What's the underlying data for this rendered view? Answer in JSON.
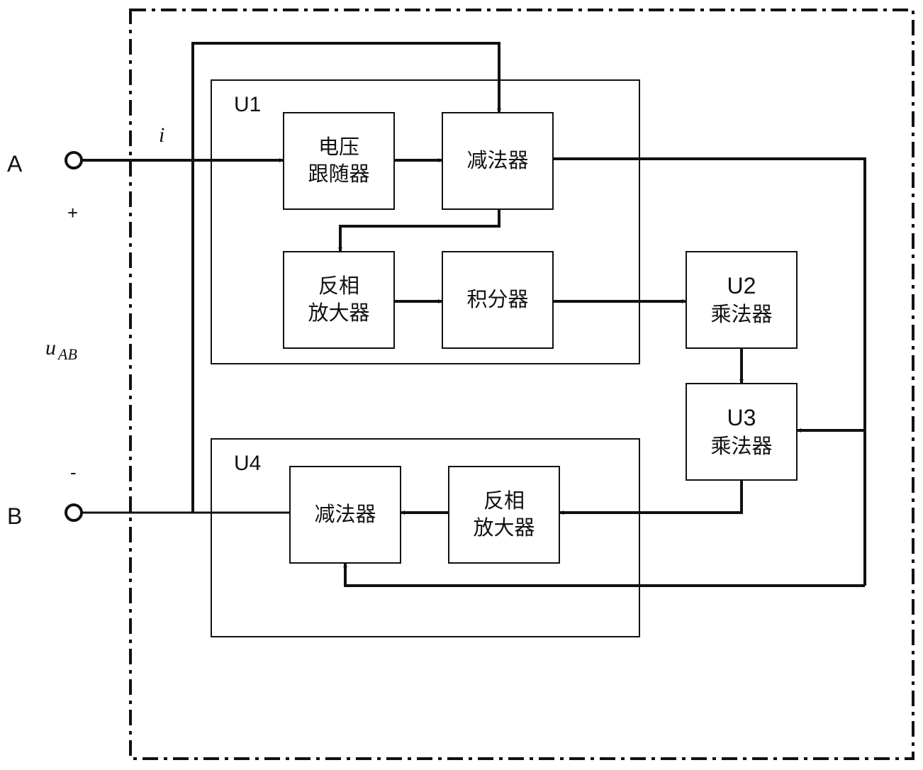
{
  "terminals": {
    "a": "A",
    "b": "B",
    "plus": "+",
    "minus": "-"
  },
  "signals": {
    "current": "i",
    "voltage_main": "u",
    "voltage_sub": "AB"
  },
  "modules": {
    "u1": "U1",
    "u4": "U4"
  },
  "blocks": {
    "voltage_follower": [
      "电压",
      "跟随器"
    ],
    "subtractor_1": "减法器",
    "inverting_amp_1": [
      "反相",
      "放大器"
    ],
    "integrator": "积分器",
    "multiplier_u2": {
      "id": "U2",
      "label": "乘法器"
    },
    "multiplier_u3": {
      "id": "U3",
      "label": "乘法器"
    },
    "subtractor_2": "减法器",
    "inverting_amp_2": [
      "反相",
      "放大器"
    ]
  },
  "colors": {
    "line": "#111111",
    "background": "#ffffff"
  }
}
